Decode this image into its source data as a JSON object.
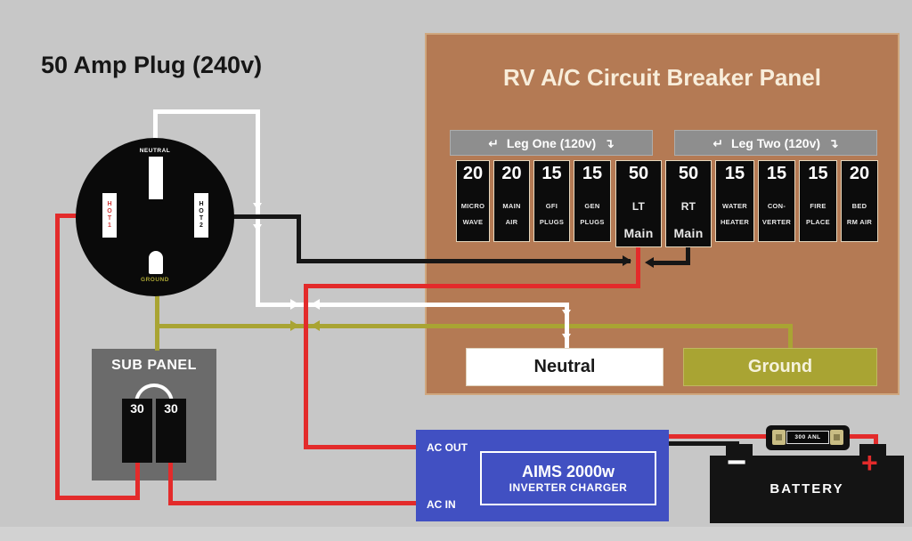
{
  "plug": {
    "title": "50 Amp Plug (240v)",
    "neutral": "NEUTRAL",
    "hot1": "HOT1",
    "hot2": "HOT2",
    "ground": "GROUND"
  },
  "panel": {
    "title": "RV A/C Circuit Breaker Panel",
    "leg_one": "Leg One (120v)",
    "leg_two": "Leg Two (120v)",
    "curve_left_icon": "↵",
    "curve_right_icon": "↴",
    "breakers": [
      {
        "amps": "20",
        "lines": [
          "MICRO",
          "WAVE"
        ]
      },
      {
        "amps": "20",
        "lines": [
          "MAIN",
          "AIR"
        ]
      },
      {
        "amps": "15",
        "lines": [
          "GFI",
          "PLUGS"
        ]
      },
      {
        "amps": "15",
        "lines": [
          "GEN",
          "PLUGS"
        ]
      },
      {
        "amps": "50",
        "lines": [
          "LT",
          "Main"
        ]
      },
      {
        "amps": "50",
        "lines": [
          "RT",
          "Main"
        ]
      },
      {
        "amps": "15",
        "lines": [
          "WATER",
          "HEATER"
        ]
      },
      {
        "amps": "15",
        "lines": [
          "CON-",
          "VERTER"
        ]
      },
      {
        "amps": "15",
        "lines": [
          "FIRE",
          "PLACE"
        ]
      },
      {
        "amps": "20",
        "lines": [
          "BED",
          "RM AIR"
        ]
      }
    ],
    "neutral_label": "Neutral",
    "ground_label": "Ground"
  },
  "sub_panel": {
    "title": "SUB PANEL",
    "breaker_left": "30",
    "breaker_right": "30"
  },
  "inverter": {
    "ac_out": "AC OUT",
    "ac_in": "AC IN",
    "title": "AIMS 2000w",
    "subtitle": "INVERTER CHARGER"
  },
  "fuse": {
    "label": "300 ANL"
  },
  "battery": {
    "label": "BATTERY",
    "minus": "−",
    "plus": "+"
  },
  "colors": {
    "background": "#c7c7c7",
    "panel_brown": "#b47a54",
    "hot_red": "#e32b2b",
    "hot_black": "#161616",
    "neutral_white": "#ffffff",
    "ground_olive": "#a9a433",
    "inverter_blue": "#4150c2",
    "sub_panel_gray": "#6b6b6b"
  }
}
